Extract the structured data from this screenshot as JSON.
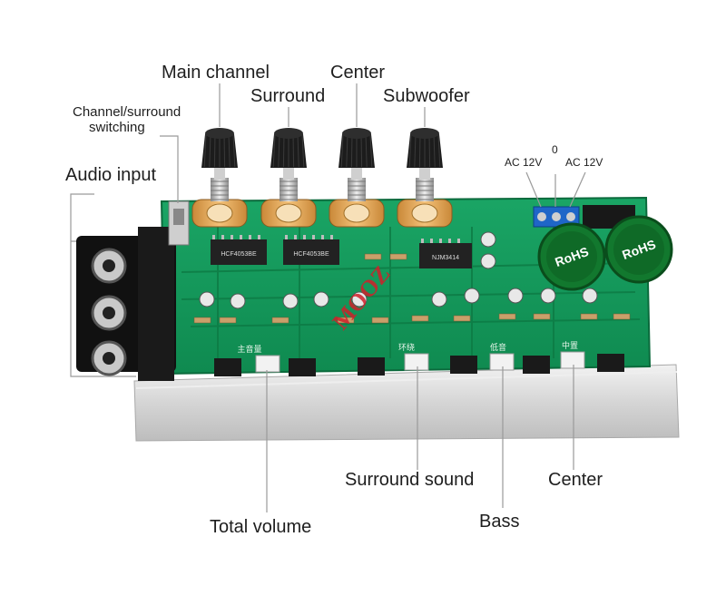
{
  "labels": {
    "main_channel": "Main channel",
    "surround_knob": "Surround",
    "center_knob": "Center",
    "subwoofer": "Subwoofer",
    "channel_switch_line1": "Channel/surround",
    "channel_switch_line2": "switching",
    "audio_input": "Audio input",
    "ac_left": "AC 12V",
    "ac_zero": "0",
    "ac_right": "AC 12V",
    "surround_sound": "Surround sound",
    "center_bottom": "Center",
    "bass": "Bass",
    "total_volume": "Total volume"
  },
  "watermark": "MOOZ",
  "board": {
    "capacitor_marking": "RoHS",
    "chip_markings": [
      "HCF4053BE",
      "HCF4053BE",
      "NJM3414"
    ],
    "silk_labels": [
      "主音量",
      "环绕",
      "低音",
      "中置"
    ]
  },
  "colors": {
    "pcb": "#14965a",
    "pcb_dark": "#0b6a3c",
    "heatsink": "#dadada",
    "knob": "#1c1c1c",
    "pot": "#e7a85a",
    "terminal": "#1f66c8",
    "capacitor": "#12782e",
    "watermark": "#d0202a"
  }
}
